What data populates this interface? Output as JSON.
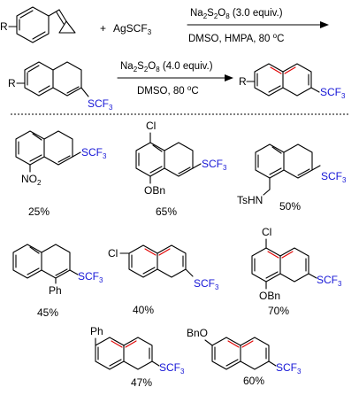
{
  "reaction1": {
    "r_label": "R",
    "plus": "+",
    "reagent_ag": "AgSCF",
    "reagent_sub": "3",
    "cond_top": "Na2S2O8 (3.0 equiv.)",
    "cond_bottom": "DMSO, HMPA, 80 °C"
  },
  "reaction2": {
    "r_label": "R",
    "group": "SCF",
    "group_sub": "3",
    "cond_top": "Na2S2O8 (4.0 equiv.)",
    "cond_bottom": "DMSO, 80 °C",
    "product_r": "R",
    "product_group": "SCF",
    "product_sub": "3"
  },
  "examples": [
    {
      "id": "no2",
      "substituent": "NO2",
      "group": "SCF3",
      "yield": "25%"
    },
    {
      "id": "cl-obn-dihydro",
      "substituents": [
        "Cl",
        "OBn"
      ],
      "group": "SCF3",
      "yield": "65%"
    },
    {
      "id": "tshn",
      "substituent": "TsHN",
      "group": "SCF3",
      "yield": "50%"
    },
    {
      "id": "ph-dihydro",
      "substituent": "Ph",
      "group": "SCF3",
      "yield": "45%"
    },
    {
      "id": "cl-naph",
      "substituent": "Cl",
      "group": "SCF3",
      "yield": "40%"
    },
    {
      "id": "cl-obn-naph",
      "substituents": [
        "Cl",
        "OBn"
      ],
      "group": "SCF3",
      "yield": "70%"
    },
    {
      "id": "ph-naph",
      "substituent": "Ph",
      "group": "SCF3",
      "yield": "47%"
    },
    {
      "id": "bno-naph",
      "substituent": "BnO",
      "group": "SCF3",
      "yield": "60%"
    }
  ]
}
